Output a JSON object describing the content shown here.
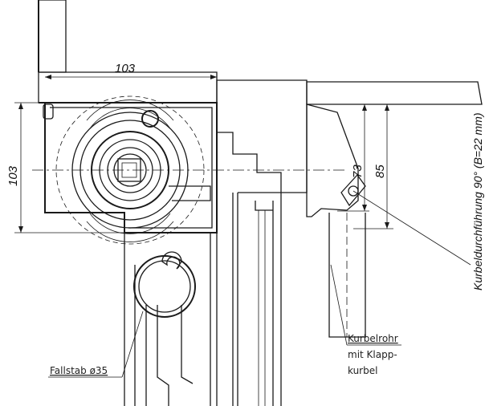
{
  "dimensions": {
    "width_top": "103",
    "height_left": "103",
    "right_inner": "73",
    "right_outer": "85"
  },
  "labels": {
    "crank_pipe_line1": "Kurbelrohr",
    "crank_pipe_line2": "mit Klapp-",
    "crank_pipe_line3": "kurbel",
    "drop_bar": "Fallstab  ø35",
    "side_title": "Kurbeldurchführung 90° (B=22 mm)"
  }
}
